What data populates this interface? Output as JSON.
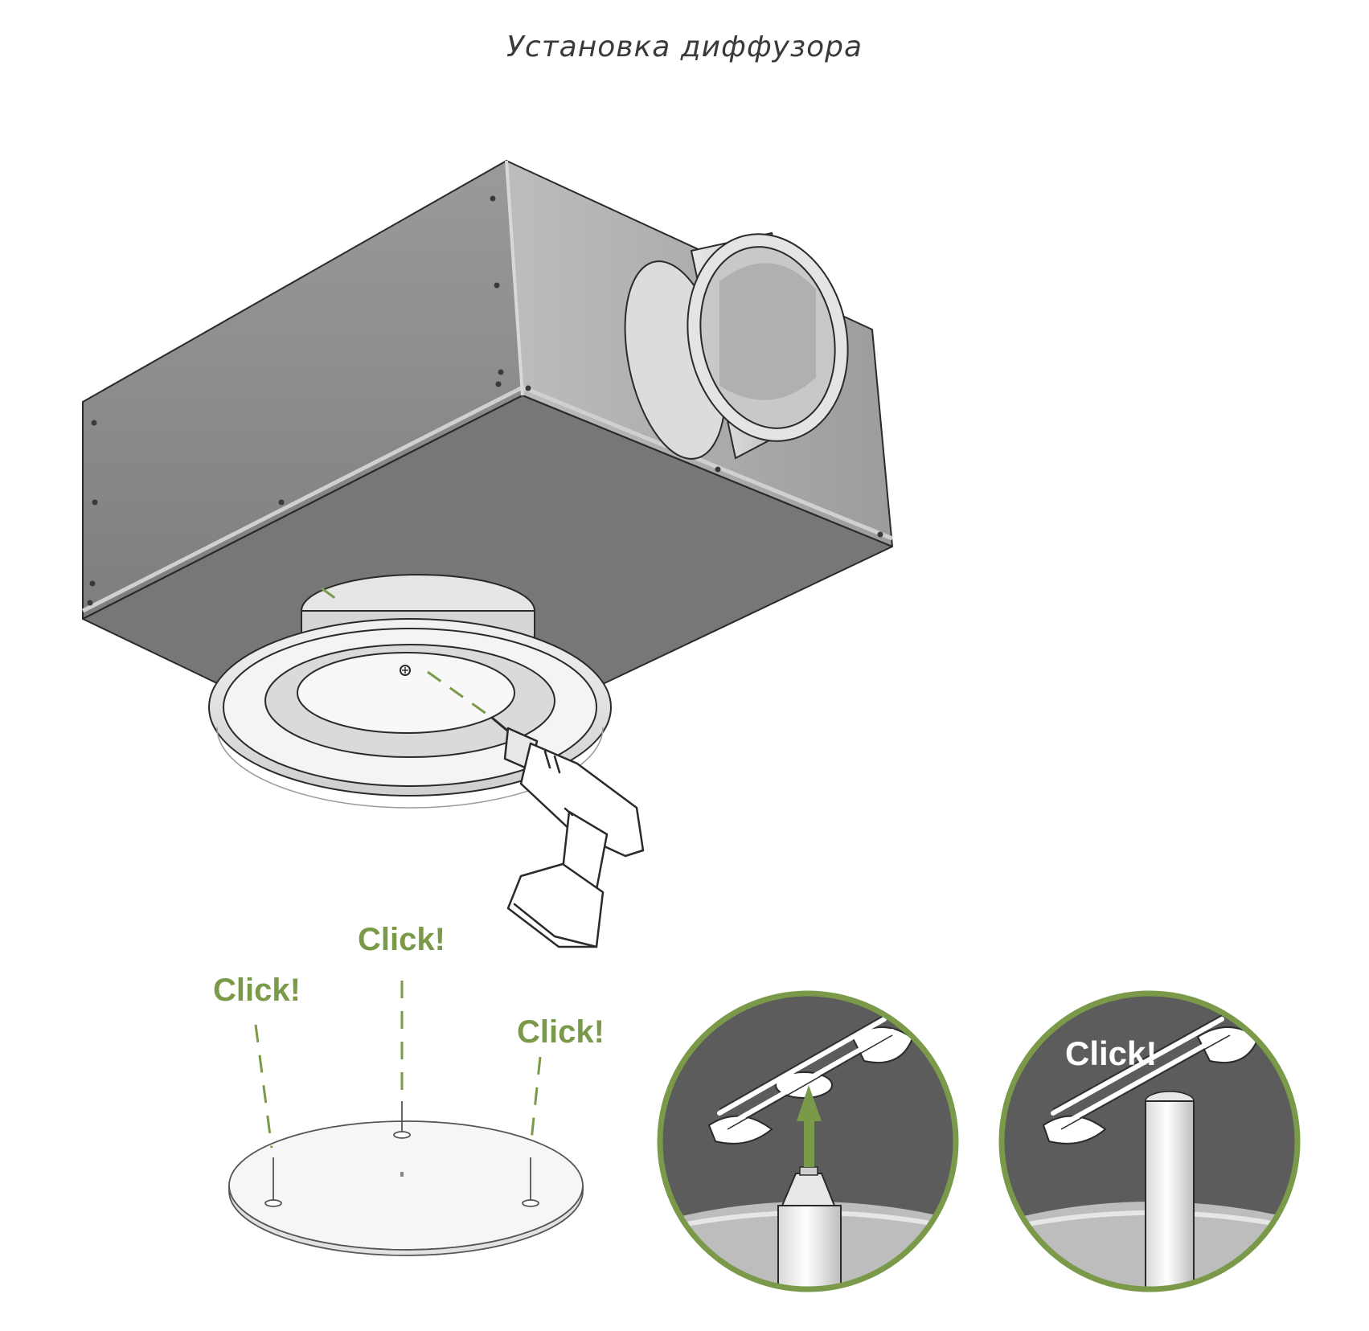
{
  "title": "Установка диффузора",
  "labels": {
    "click_left": "Click!",
    "click_center": "Click!",
    "click_right": "Click!",
    "click_detail": "Click!"
  },
  "colors": {
    "accent_green": "#7a9a4a",
    "box_front": "#8a8a8a",
    "box_side": "#a4a4a4",
    "box_bottom": "#777777",
    "detail_bg": "#5c5c5c",
    "outline": "#2a2a2a"
  },
  "icons": [
    "drill-icon",
    "plenum-box",
    "diffuser-ring",
    "diffuser-plate",
    "arrow-up-icon"
  ]
}
